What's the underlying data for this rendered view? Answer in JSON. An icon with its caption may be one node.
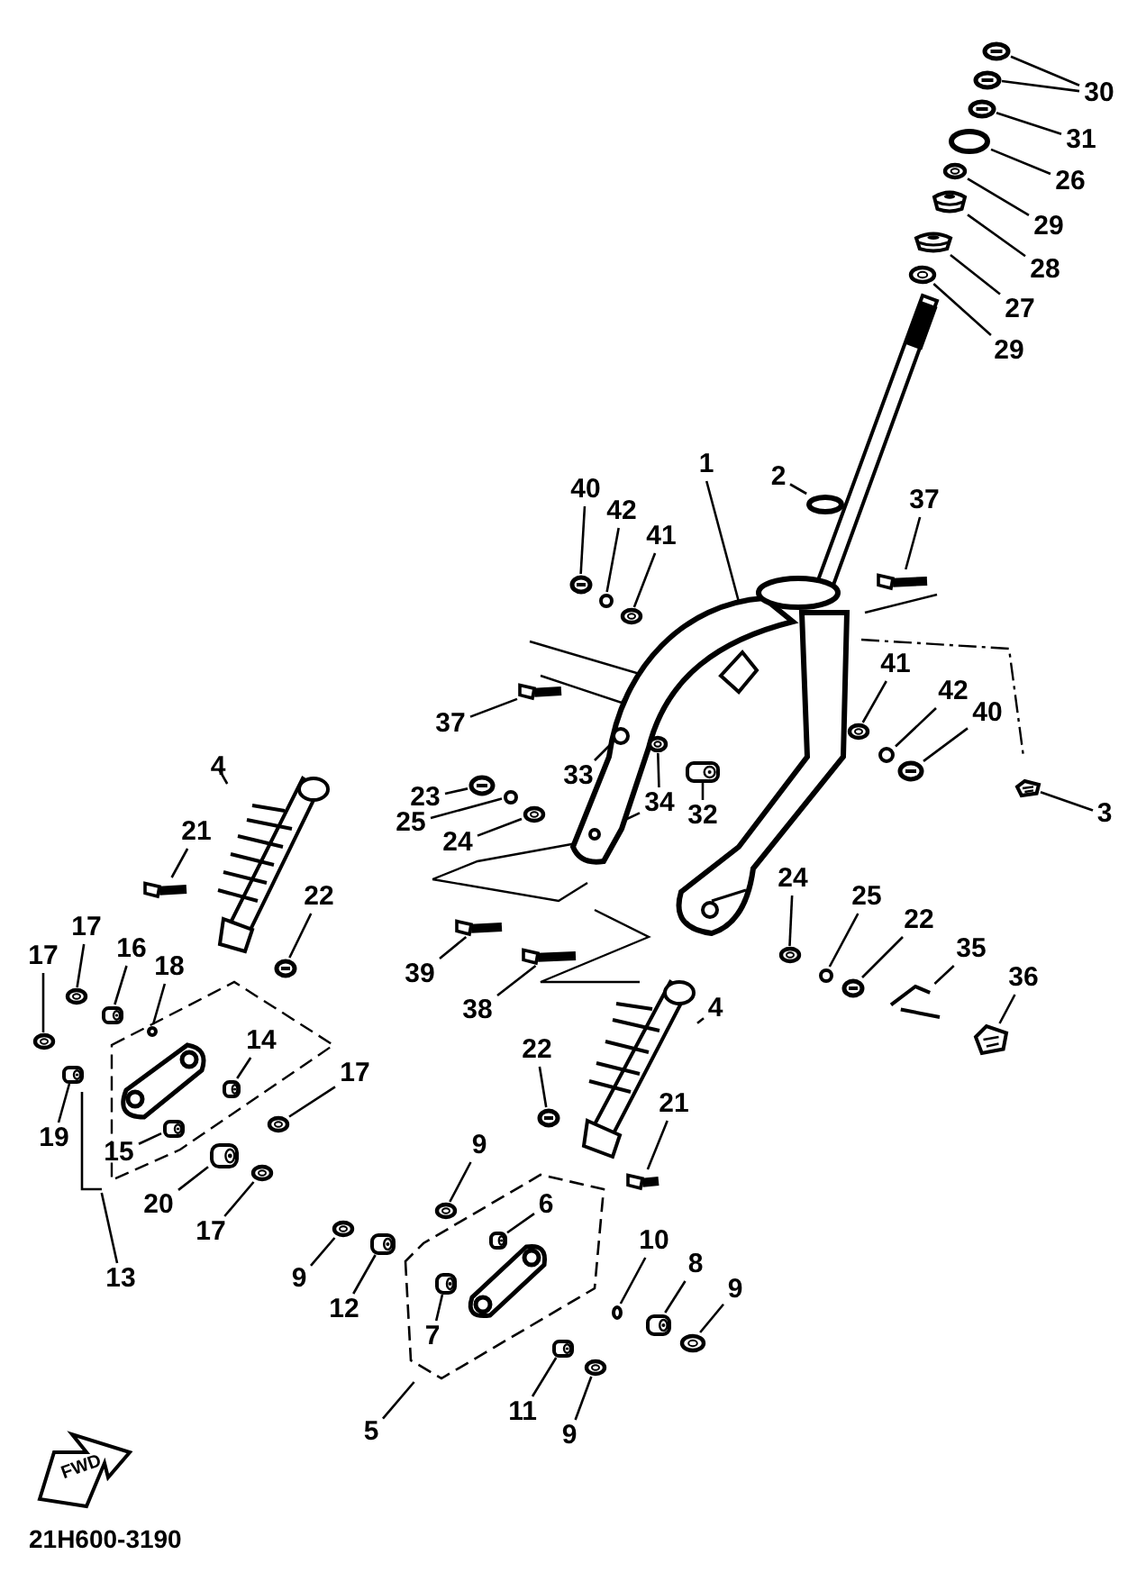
{
  "diagram": {
    "nodes": [
      {
        "text": [
          "30"
        ]
      },
      {
        "text": [
          "31"
        ]
      },
      {
        "text": [
          "26"
        ]
      },
      {
        "text": [
          "29"
        ]
      },
      {
        "text": [
          "28"
        ]
      },
      {
        "text": [
          "27"
        ]
      },
      {
        "text": [
          "29"
        ]
      },
      {
        "text": [
          "1"
        ]
      },
      {
        "text": [
          "2"
        ]
      },
      {
        "text": [
          "37"
        ]
      },
      {
        "text": [
          "40"
        ]
      },
      {
        "text": [
          "42"
        ]
      },
      {
        "text": [
          "41"
        ]
      },
      {
        "text": [
          "37"
        ]
      },
      {
        "text": [
          "41"
        ]
      },
      {
        "text": [
          "42"
        ]
      },
      {
        "text": [
          "40"
        ]
      },
      {
        "text": [
          "3"
        ]
      },
      {
        "text": [
          "33"
        ]
      },
      {
        "text": [
          "34"
        ]
      },
      {
        "text": [
          "32"
        ]
      },
      {
        "text": [
          "23"
        ]
      },
      {
        "text": [
          "25"
        ]
      },
      {
        "text": [
          "24"
        ]
      },
      {
        "text": [
          "24"
        ]
      },
      {
        "text": [
          "25"
        ]
      },
      {
        "text": [
          "22"
        ]
      },
      {
        "text": [
          "35"
        ]
      },
      {
        "text": [
          "36"
        ]
      },
      {
        "text": [
          "4"
        ]
      },
      {
        "text": [
          "21"
        ]
      },
      {
        "text": [
          "22"
        ]
      },
      {
        "text": [
          "17"
        ]
      },
      {
        "text": [
          "16"
        ]
      },
      {
        "text": [
          "18"
        ]
      },
      {
        "text": [
          "17"
        ]
      },
      {
        "text": [
          "14"
        ]
      },
      {
        "text": [
          "17"
        ]
      },
      {
        "text": [
          "19"
        ]
      },
      {
        "text": [
          "15"
        ]
      },
      {
        "text": [
          "20"
        ]
      },
      {
        "text": [
          "17"
        ]
      },
      {
        "text": [
          "13"
        ]
      },
      {
        "text": [
          "39"
        ]
      },
      {
        "text": [
          "38"
        ]
      },
      {
        "text": [
          "4"
        ]
      },
      {
        "text": [
          "22"
        ]
      },
      {
        "text": [
          "21"
        ]
      },
      {
        "text": [
          "9"
        ]
      },
      {
        "text": [
          "6"
        ],
        "in": 117
      },
      {
        "text": [
          "10"
        ]
      },
      {
        "text": [
          "8"
        ]
      },
      {
        "text": [
          "9"
        ]
      },
      {
        "text": [
          "9"
        ]
      },
      {
        "text": [
          "12"
        ]
      },
      {
        "text": [
          "7"
        ],
        "in": 117
      },
      {
        "text": [
          "5"
        ]
      },
      {
        "text": [
          "11"
        ]
      },
      {
        "text": [
          "9"
        ]
      },
      {
        "text": [],
        "shape": "picture"
      },
      {
        "text": [],
        "shape": "picture"
      },
      {
        "text": [],
        "shape": "picture"
      },
      {
        "text": [],
        "shape": "circle"
      },
      {
        "text": [],
        "shape": "picture"
      },
      {
        "text": [],
        "shape": "picture"
      },
      {
        "text": [],
        "shape": "picture"
      },
      {
        "text": [],
        "shape": "picture"
      },
      {
        "text": [],
        "shape": "picture"
      },
      {
        "text": [],
        "shape": "circle"
      },
      {
        "text": [],
        "shape": "picture"
      },
      {
        "text": [],
        "shape": "picture"
      },
      {
        "text": [],
        "shape": "circle"
      },
      {
        "text": [],
        "shape": "picture"
      },
      {
        "text": [],
        "shape": "picture"
      },
      {
        "text": [],
        "shape": "picture"
      },
      {
        "text": [],
        "shape": "circle"
      },
      {
        "text": [],
        "shape": "picture"
      },
      {
        "text": [],
        "shape": "picture"
      },
      {
        "text": [],
        "shape": "circle",
        "in": 67
      },
      {
        "text": [],
        "shape": "picture"
      },
      {
        "text": [],
        "shape": "circle",
        "in": 67
      },
      {
        "text": [],
        "shape": "picture"
      },
      {
        "text": [],
        "shape": "picture"
      },
      {
        "text": [],
        "shape": "circle"
      },
      {
        "text": [],
        "shape": "picture"
      },
      {
        "text": [],
        "shape": "picture"
      },
      {
        "text": [],
        "shape": "circle"
      },
      {
        "text": [],
        "shape": "picture"
      },
      {
        "text": [],
        "shape": "picture"
      },
      {
        "text": [],
        "shape": "picture"
      },
      {
        "text": [],
        "shape": "picture"
      },
      {
        "text": [],
        "shape": "picture"
      },
      {
        "text": [],
        "shape": "picture"
      },
      {
        "text": [],
        "shape": "picture"
      },
      {
        "text": [],
        "shape": "picture"
      },
      {
        "text": [],
        "shape": "circle"
      },
      {
        "text": [],
        "shape": "picture"
      },
      {
        "text": [],
        "shape": "picture"
      },
      {
        "text": [],
        "shape": "picture"
      },
      {
        "text": [],
        "shape": "picture"
      },
      {
        "text": [],
        "shape": "picture"
      },
      {
        "text": [],
        "shape": "picture"
      },
      {
        "text": [],
        "shape": "picture"
      },
      {
        "text": [],
        "shape": "picture"
      },
      {
        "text": [],
        "shape": "picture"
      },
      {
        "text": [],
        "shape": "picture"
      },
      {
        "text": [],
        "shape": "picture"
      },
      {
        "text": [],
        "shape": "picture"
      },
      {
        "text": [],
        "shape": "picture"
      },
      {
        "text": [],
        "shape": "picture"
      },
      {
        "text": [],
        "shape": "picture",
        "in": 117
      },
      {
        "text": [],
        "shape": "circle"
      },
      {
        "text": [],
        "shape": "picture"
      },
      {
        "text": [],
        "shape": "picture"
      },
      {
        "text": [],
        "shape": "picture"
      },
      {
        "text": [],
        "shape": "picture"
      },
      {
        "text": [],
        "shape": "picture",
        "in": 117
      },
      {
        "text": [],
        "shape": "picture"
      },
      {
        "text": [],
        "shape": "picture"
      },
      {
        "text": [],
        "shape": "picture"
      }
    ],
    "edges": [
      {
        "from": 0,
        "to": 59,
        "arrow": "none"
      },
      {
        "from": 0,
        "to": 60,
        "arrow": "none"
      },
      {
        "from": 1,
        "to": 61,
        "arrow": "none"
      },
      {
        "from": 2,
        "to": 62,
        "arrow": "none"
      },
      {
        "from": 3,
        "to": 63,
        "arrow": "none"
      },
      {
        "from": 4,
        "to": 64,
        "arrow": "none"
      },
      {
        "from": 5,
        "to": 65,
        "arrow": "none"
      },
      {
        "from": 6,
        "to": 66,
        "arrow": "none"
      },
      {
        "from": 7,
        "to": 67,
        "arrow": "none"
      },
      {
        "from": 8,
        "to": 68,
        "arrow": "none"
      },
      {
        "from": 9,
        "to": 69,
        "arrow": "none"
      },
      {
        "from": 10,
        "to": 70,
        "arrow": "none"
      },
      {
        "from": 11,
        "to": 71,
        "arrow": "none"
      },
      {
        "from": 12,
        "to": 72,
        "arrow": "none"
      },
      {
        "from": 13,
        "to": 73,
        "arrow": "none"
      },
      {
        "from": 14,
        "to": 74,
        "arrow": "none"
      },
      {
        "from": 15,
        "to": 75,
        "arrow": "none"
      },
      {
        "from": 16,
        "to": 76,
        "arrow": "none"
      },
      {
        "from": 17,
        "to": 77,
        "arrow": "none"
      },
      {
        "from": 18,
        "to": 78,
        "arrow": "none"
      },
      {
        "from": 19,
        "to": 79,
        "arrow": "none"
      },
      {
        "from": 19,
        "to": 80,
        "arrow": "none"
      },
      {
        "from": 20,
        "to": 81,
        "arrow": "none"
      },
      {
        "from": 21,
        "to": 82,
        "arrow": "none"
      },
      {
        "from": 22,
        "to": 83,
        "arrow": "none"
      },
      {
        "from": 23,
        "to": 84,
        "arrow": "none"
      },
      {
        "from": 24,
        "to": 85,
        "arrow": "none"
      },
      {
        "from": 25,
        "to": 86,
        "arrow": "none"
      },
      {
        "from": 26,
        "to": 87,
        "arrow": "none"
      },
      {
        "from": 27,
        "to": 88,
        "arrow": "none"
      },
      {
        "from": 28,
        "to": 89,
        "arrow": "none"
      },
      {
        "from": 29,
        "to": 90,
        "arrow": "none"
      },
      {
        "from": 30,
        "to": 91,
        "arrow": "none"
      },
      {
        "from": 31,
        "to": 92,
        "arrow": "none"
      },
      {
        "from": 32,
        "to": 93,
        "arrow": "none"
      },
      {
        "from": 33,
        "to": 94,
        "arrow": "none"
      },
      {
        "from": 34,
        "to": 95,
        "arrow": "none"
      },
      {
        "from": 35,
        "to": 96,
        "arrow": "none"
      },
      {
        "from": 36,
        "to": 97,
        "arrow": "none"
      },
      {
        "from": 37,
        "to": 98,
        "arrow": "none"
      },
      {
        "from": 38,
        "to": 99,
        "arrow": "none"
      },
      {
        "from": 39,
        "to": 100,
        "arrow": "none"
      },
      {
        "from": 40,
        "to": 101,
        "arrow": "none"
      },
      {
        "from": 41,
        "to": 102,
        "arrow": "none"
      },
      {
        "from": 42,
        "to": 103,
        "arrow": "none"
      },
      {
        "from": 43,
        "to": 104,
        "arrow": "none"
      },
      {
        "from": 44,
        "to": 105,
        "arrow": "none"
      },
      {
        "from": 45,
        "to": 106,
        "arrow": "none"
      },
      {
        "from": 46,
        "to": 107,
        "arrow": "none"
      },
      {
        "from": 47,
        "to": 108,
        "arrow": "none"
      },
      {
        "from": 48,
        "to": 109,
        "arrow": "none"
      },
      {
        "from": 49,
        "to": 110,
        "arrow": "none"
      },
      {
        "from": 50,
        "to": 111,
        "arrow": "none"
      },
      {
        "from": 51,
        "to": 112,
        "arrow": "none"
      },
      {
        "from": 52,
        "to": 113,
        "arrow": "none"
      },
      {
        "from": 53,
        "to": 114,
        "arrow": "none"
      },
      {
        "from": 54,
        "to": 115,
        "arrow": "none"
      },
      {
        "from": 55,
        "to": 116,
        "arrow": "none"
      },
      {
        "from": 56,
        "to": 117,
        "arrow": "none"
      },
      {
        "from": 57,
        "to": 118,
        "arrow": "none"
      },
      {
        "from": 58,
        "to": 119,
        "arrow": "none"
      }
    ],
    "labels": [
      "FWD",
      "21H600-3190"
    ]
  }
}
